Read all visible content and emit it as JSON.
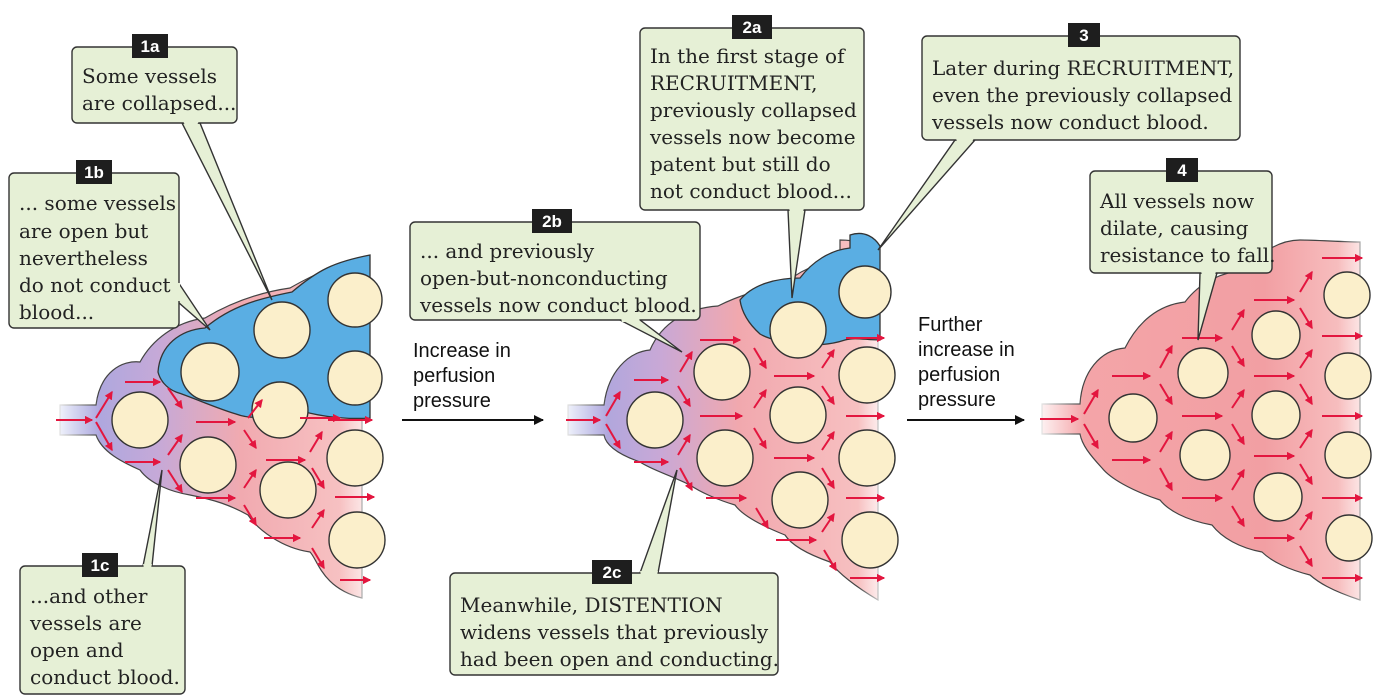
{
  "callouts": {
    "c1a": {
      "tag": "1a",
      "lines": [
        "Some vessels",
        "are collapsed..."
      ]
    },
    "c1b": {
      "tag": "1b",
      "lines": [
        "... some vessels",
        "are open but",
        "nevertheless",
        "do not conduct",
        "blood..."
      ]
    },
    "c1c": {
      "tag": "1c",
      "lines": [
        "...and other",
        "vessels are",
        "open and",
        "conduct blood."
      ]
    },
    "c2a": {
      "tag": "2a",
      "lines": [
        "In the first stage of",
        "RECRUITMENT,",
        "previously collapsed",
        "vessels now become",
        "patent but still do",
        "not conduct blood..."
      ]
    },
    "c2b": {
      "tag": "2b",
      "lines": [
        "... and previously",
        "open-but-nonconducting",
        "vessels now conduct blood."
      ]
    },
    "c2c": {
      "tag": "2c",
      "lines": [
        "Meanwhile, DISTENTION",
        "widens vessels that previously",
        "had been open and conducting."
      ]
    },
    "c3": {
      "tag": "3",
      "lines": [
        "Later during RECRUITMENT,",
        "even the previously collapsed",
        "vessels now conduct blood."
      ]
    },
    "c4": {
      "tag": "4",
      "lines": [
        "All vessels now",
        "dilate, causing",
        "resistance to fall."
      ]
    }
  },
  "transitions": {
    "first": [
      "Increase in",
      "perfusion",
      "pressure"
    ],
    "second": [
      "Further",
      "increase in",
      "perfusion",
      "pressure"
    ]
  },
  "colors": {
    "box_fill": "#e6f0d6",
    "tag_fill": "#1e1e1e",
    "flow_arrow": "#e3163f",
    "collapsed_vessel": "#5aaee3",
    "conducting_blood": "#f3a3a6",
    "nonconducting_plasma": "#a7a9de",
    "alveolus": "#fbefcb"
  }
}
